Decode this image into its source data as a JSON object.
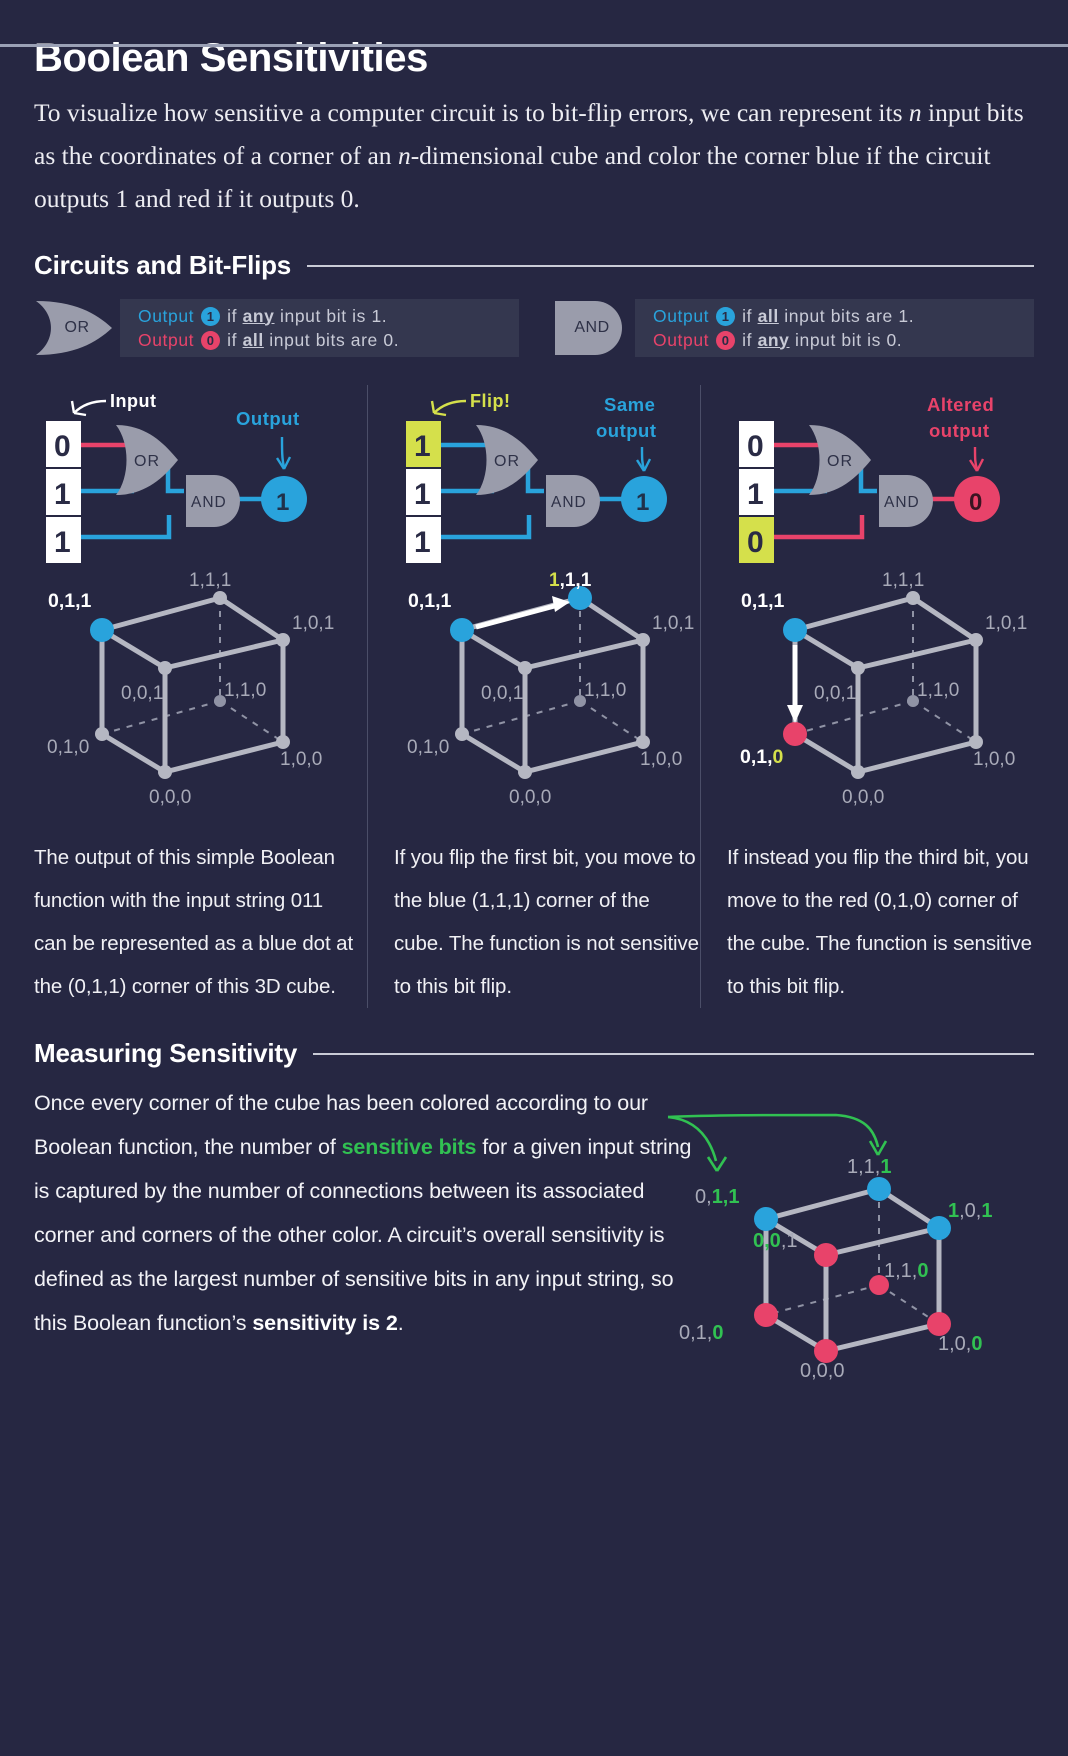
{
  "title": "Boolean Sensitivities",
  "intro": {
    "part1": "To visualize how sensitive a computer circuit is to bit-flip errors, we can represent its ",
    "n1": "n",
    "part2": " input bits as the coordinates of a corner of an ",
    "n2": "n",
    "part3": "-dimensional cube and color the corner blue if the circuit outputs 1 and red if it outputs 0."
  },
  "section1": {
    "heading": "Circuits and Bit-Flips"
  },
  "legend": {
    "or": {
      "gate_label": "OR",
      "line1_pre": "Output",
      "line1_bit": "1",
      "line1_mid": "if",
      "line1_em": "any",
      "line1_post": "input bit is 1.",
      "line2_pre": "Output",
      "line2_bit": "0",
      "line2_mid": "if",
      "line2_em": "all",
      "line2_post": "input bits are 0."
    },
    "and": {
      "gate_label": "AND",
      "line1_pre": "Output",
      "line1_bit": "1",
      "line1_mid": "if",
      "line1_em": "all",
      "line1_post": "input bits are 1.",
      "line2_pre": "Output",
      "line2_bit": "0",
      "line2_mid": "if",
      "line2_em": "any",
      "line2_post": "input bit is 0."
    }
  },
  "panels": [
    {
      "annotation_left": "Input",
      "annotation_right": "Output",
      "inputs": [
        "0",
        "1",
        "1"
      ],
      "input_highlight": [
        false,
        false,
        false
      ],
      "or_label": "OR",
      "and_label": "AND",
      "output": "1",
      "output_color": "blue",
      "cube": {
        "labels": {
          "top": "1,1,1",
          "upperleft": "0,1,1",
          "right": "1,0,1",
          "center": "0,0,1",
          "inner": "1,1,0",
          "left": "0,1,0",
          "bottomright": "1,0,0",
          "bottom": "0,0,0"
        },
        "active_vertex": "upperleft",
        "active_color": "blue",
        "arrow": "none"
      },
      "caption": "The output of this simple Boolean function with the input string 011 can be represented as a blue dot at the (0,1,1) corner of this 3D cube."
    },
    {
      "annotation_left": "Flip!",
      "annotation_right": "Same output",
      "inputs": [
        "1",
        "1",
        "1"
      ],
      "input_highlight": [
        true,
        false,
        false
      ],
      "or_label": "OR",
      "and_label": "AND",
      "output": "1",
      "output_color": "blue",
      "cube": {
        "labels": {
          "top": "1,1,1",
          "upperleft": "0,1,1",
          "right": "1,0,1",
          "center": "0,0,1",
          "inner": "1,1,0",
          "left": "0,1,0",
          "bottomright": "1,0,0",
          "bottom": "0,0,0"
        },
        "top_label_flip_digit": "1",
        "top_label_rest": ",1,1",
        "active_vertex": "upperleft",
        "active_color": "blue",
        "second_vertex": "top",
        "second_color": "blue",
        "arrow": "to-top"
      },
      "caption": "If you flip the first bit, you move to the blue (1,1,1) corner of the cube. The function is not sensitive to this bit flip."
    },
    {
      "annotation_left": "",
      "annotation_right": "Altered output",
      "inputs": [
        "0",
        "1",
        "0"
      ],
      "input_highlight": [
        false,
        false,
        true
      ],
      "or_label": "OR",
      "and_label": "AND",
      "output": "0",
      "output_color": "red",
      "cube": {
        "labels": {
          "top": "1,1,1",
          "upperleft": "0,1,1",
          "right": "1,0,1",
          "center": "0,0,1",
          "inner": "1,1,0",
          "left_pre": "0,1,",
          "left_flip": "0",
          "bottomright": "1,0,0",
          "bottom": "0,0,0"
        },
        "active_vertex": "upperleft",
        "active_color": "blue",
        "second_vertex": "left",
        "second_color": "red",
        "arrow": "to-left"
      },
      "caption": "If instead you flip the third bit, you move to the red (0,1,0) corner of the cube. The function is sensitive to this bit flip."
    }
  ],
  "section2": {
    "heading": "Measuring Sensitivity",
    "text_a": "Once every corner of the cube has been colored according to our Boolean function, the number of ",
    "highlight": "sensitive bits",
    "text_b": " for a given input string is captured by the number of connections between its associated corner and corners of the other color. A circuit’s overall sensitivity is defined as the largest number of sensitive bits in any input string, so this Boolean function’s ",
    "bold_tail": "sensitivity is 2",
    "text_c": ".",
    "cube": {
      "vertices": [
        {
          "id": "upperleft",
          "label_plain": "0,",
          "label_green": "1,1",
          "label_tail": "",
          "color": "blue"
        },
        {
          "id": "top",
          "label_plain": "1,1,",
          "label_green": "1",
          "label_tail": "",
          "color": "blue"
        },
        {
          "id": "right",
          "label_plain": "",
          "label_green": "1",
          "label_mid": ",0,",
          "label_green2": "1",
          "color": "blue"
        },
        {
          "id": "center",
          "label_plain": "",
          "label_green": "0,0",
          "label_tail": ",1",
          "color": "red"
        },
        {
          "id": "inner",
          "label_plain": "1,1,",
          "label_green": "0",
          "label_tail": "",
          "color": "red"
        },
        {
          "id": "left",
          "label_plain": "0,1,",
          "label_green": "0",
          "label_tail": "",
          "color": "red"
        },
        {
          "id": "bottomright",
          "label_plain": "1,0,",
          "label_green": "0",
          "label_tail": "",
          "color": "red"
        },
        {
          "id": "bottom",
          "label_plain": "0,0,0",
          "label_green": "",
          "label_tail": "",
          "color": "red"
        }
      ]
    }
  },
  "colors": {
    "background": "#262742",
    "blue": "#29A3DC",
    "red": "#E8436A",
    "yellow": "#D5E04B",
    "green": "#31C152",
    "gate_gray": "#9A9CAB",
    "cube_gray": "#B5B7C2",
    "label_gray": "#A8AAB8"
  }
}
